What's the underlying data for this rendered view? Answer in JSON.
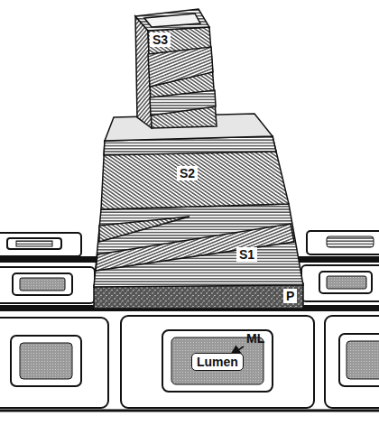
{
  "diagram": {
    "labels": [
      "S3",
      "S2",
      "S1",
      "P",
      "Lumen",
      "ML"
    ]
  }
}
